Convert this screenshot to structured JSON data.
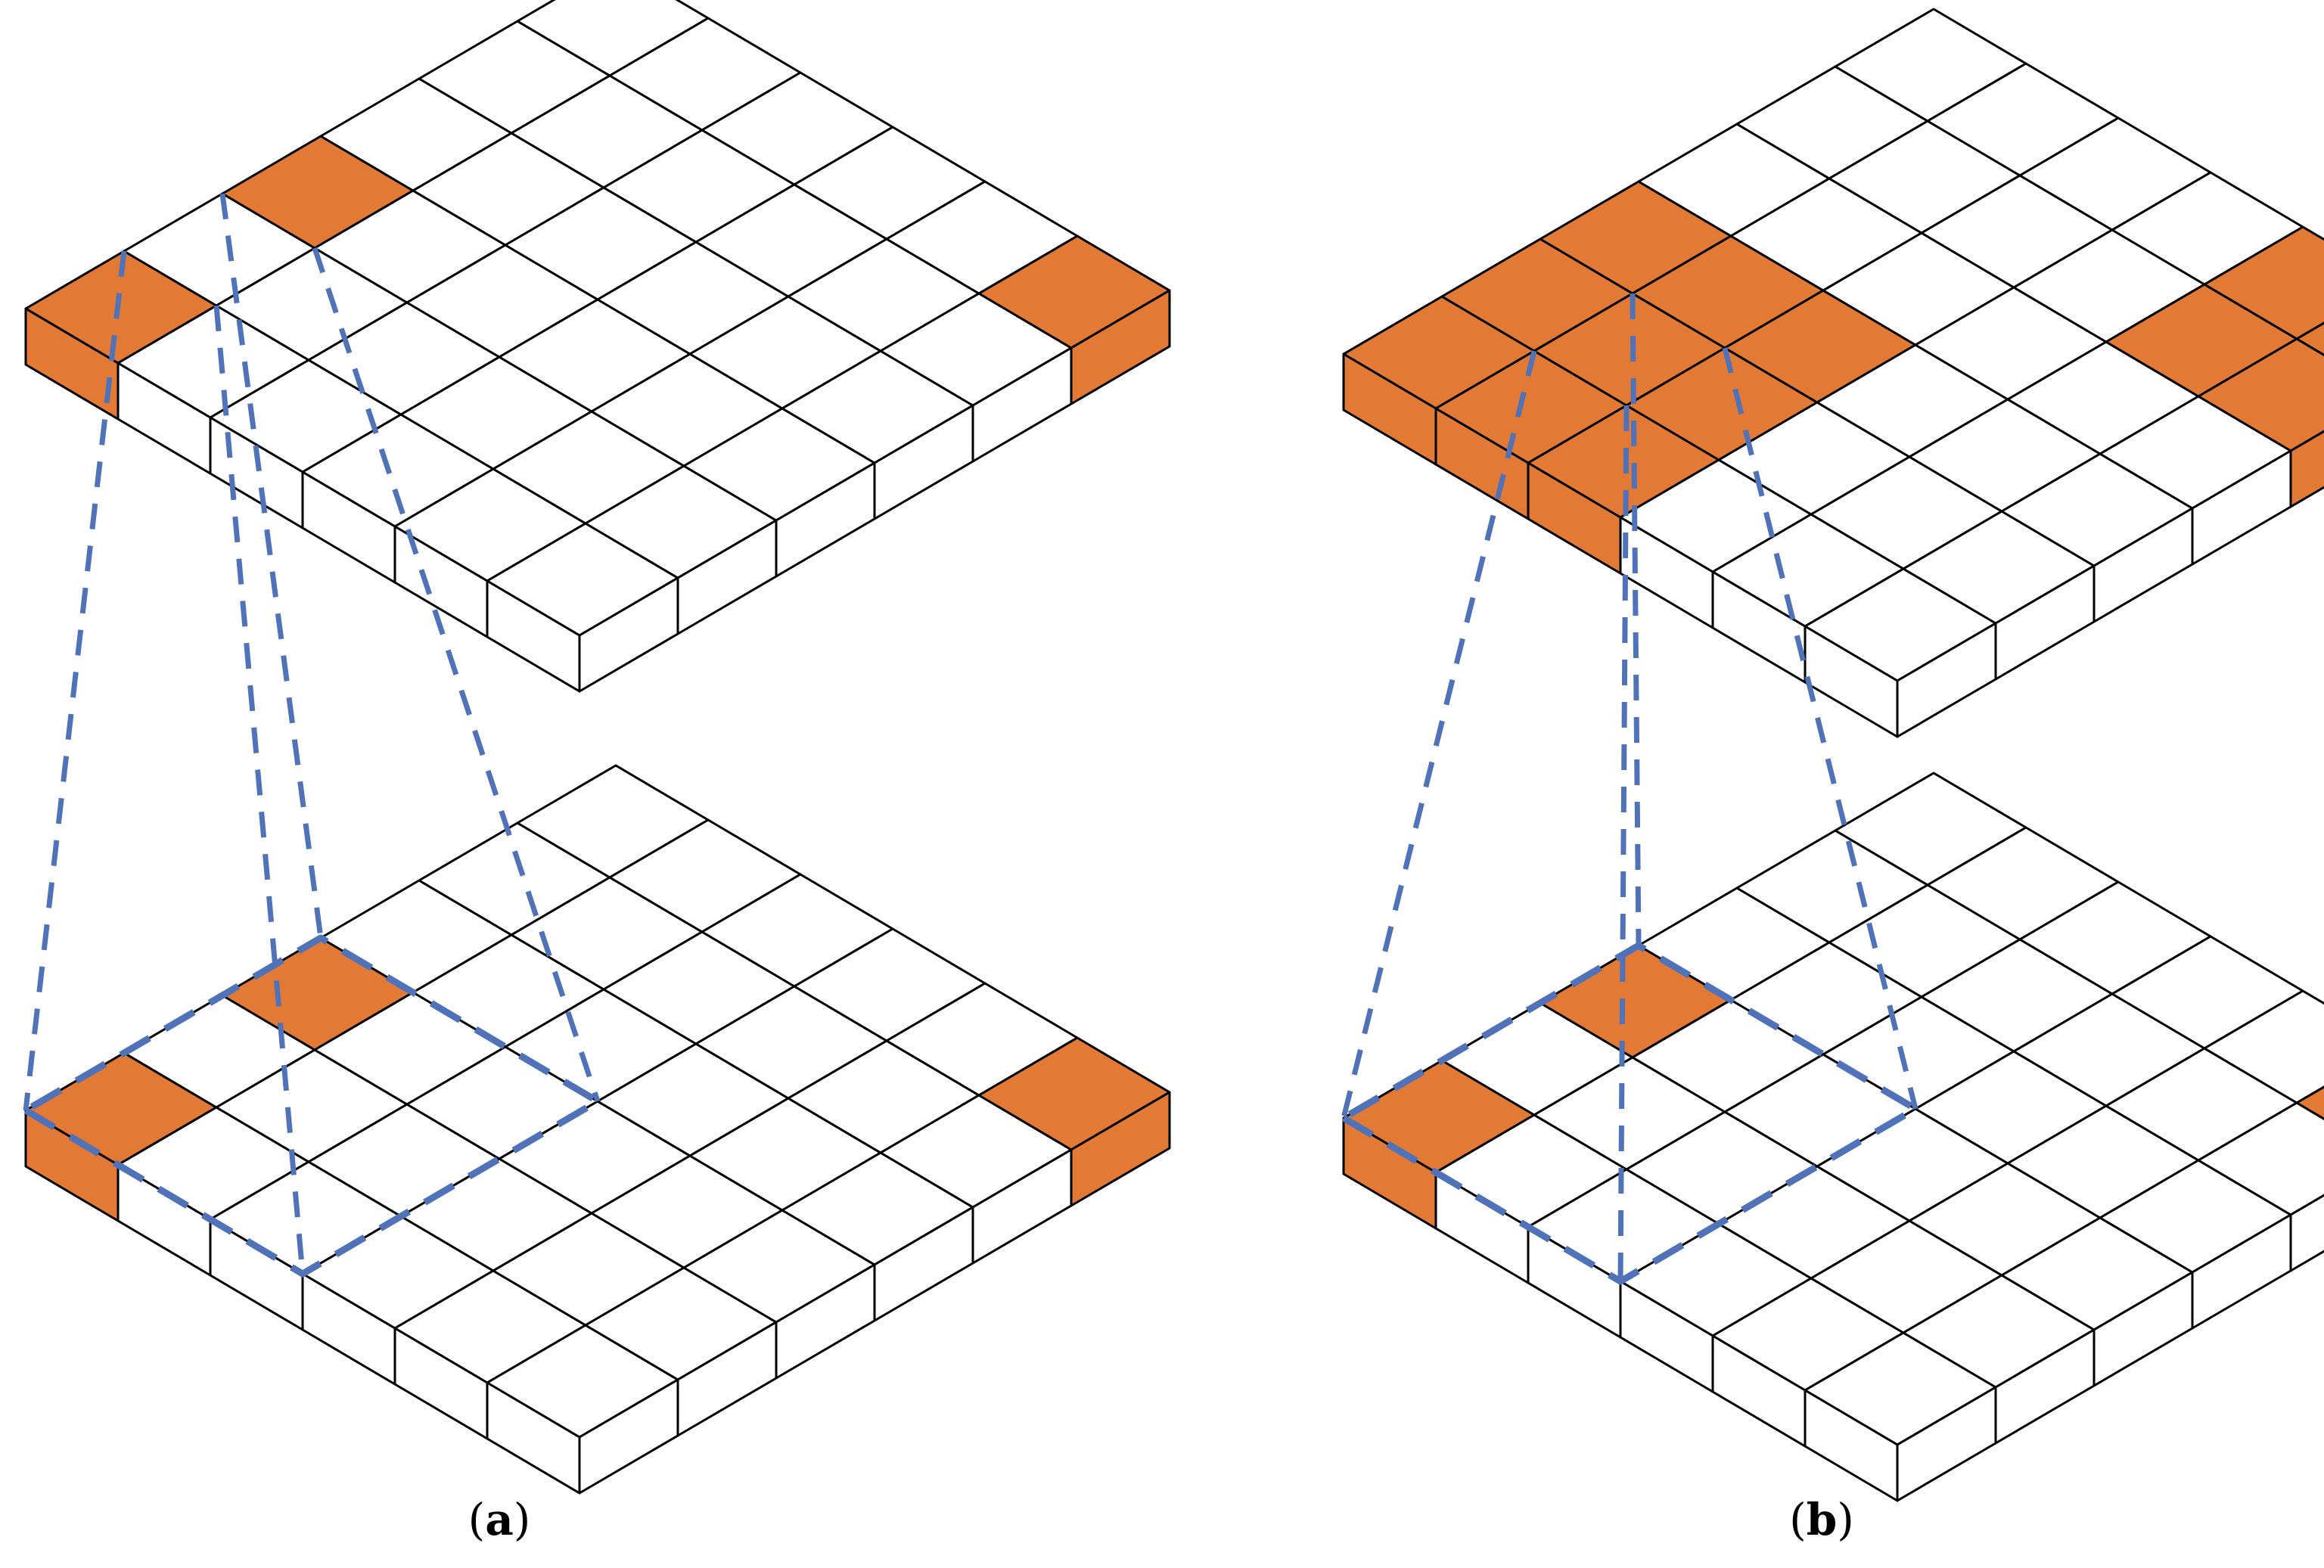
{
  "colors": {
    "active": "#E27A35",
    "inactive": "#FFFFFF",
    "grid": "#000000",
    "projection": "#4F72B8"
  },
  "panels": [
    {
      "id": "a",
      "caption_letter": "a",
      "top_active": [
        [
          0,
          0
        ],
        [
          0,
          2
        ],
        [
          5,
          5
        ]
      ],
      "bottom_active": [
        [
          0,
          0
        ],
        [
          0,
          2
        ],
        [
          5,
          5
        ]
      ]
    },
    {
      "id": "b",
      "caption_letter": "b",
      "top_active": [
        [
          0,
          0
        ],
        [
          0,
          1
        ],
        [
          0,
          2
        ],
        [
          1,
          0
        ],
        [
          1,
          1
        ],
        [
          1,
          2
        ],
        [
          2,
          0
        ],
        [
          2,
          1
        ],
        [
          2,
          2
        ],
        [
          4,
          4
        ],
        [
          4,
          5
        ],
        [
          5,
          4
        ],
        [
          5,
          5
        ]
      ],
      "bottom_active": [
        [
          0,
          0
        ],
        [
          0,
          2
        ],
        [
          5,
          5
        ]
      ]
    }
  ]
}
